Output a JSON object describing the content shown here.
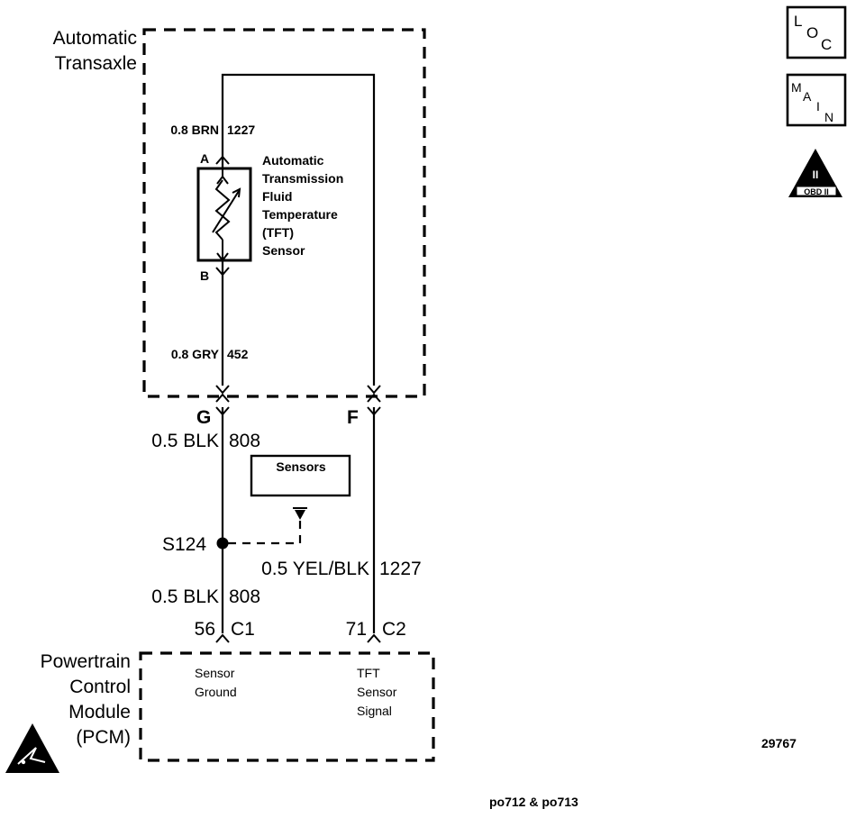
{
  "transaxle": {
    "label_line1": "Automatic",
    "label_line2": "Transaxle"
  },
  "tft_sensor": {
    "line1": "Automatic",
    "line2": "Transmission",
    "line3": "Fluid",
    "line4": "Temperature",
    "line5": "(TFT)",
    "line6": "Sensor",
    "terminal_a": "A",
    "terminal_b": "B"
  },
  "wires": {
    "upper_brn": "0.8 BRN",
    "upper_brn_circuit": "1227",
    "lower_gry": "0.8 GRY",
    "lower_gry_circuit": "452",
    "blk_upper": "0.5 BLK",
    "blk_upper_circuit": "808",
    "blk_lower": "0.5 BLK",
    "blk_lower_circuit": "808",
    "yel_blk": "0.5 YEL/BLK",
    "yel_blk_circuit": "1227"
  },
  "connectors": {
    "g": "G",
    "f": "F",
    "pin56": "56",
    "c1": "C1",
    "pin71": "71",
    "c2": "C2"
  },
  "splice": {
    "label": "S124"
  },
  "sensors_box": {
    "label": "Sensors"
  },
  "pcm": {
    "label_line1": "Powertrain",
    "label_line2": "Control",
    "label_line3": "Module",
    "label_line4": "(PCM)",
    "ground_line1": "Sensor",
    "ground_line2": "Ground",
    "signal_line1": "TFT",
    "signal_line2": "Sensor",
    "signal_line3": "Signal"
  },
  "icons": {
    "loc_l": "L",
    "loc_o": "O",
    "loc_c": "C",
    "main_m": "M",
    "main_a": "A",
    "main_i": "I",
    "main_n": "N",
    "obd_roman": "II",
    "obd_label": "OBD II",
    "esd_icon": "esd-warning-icon"
  },
  "footer": {
    "figure_number": "29767",
    "caption": "po712 & po713"
  }
}
